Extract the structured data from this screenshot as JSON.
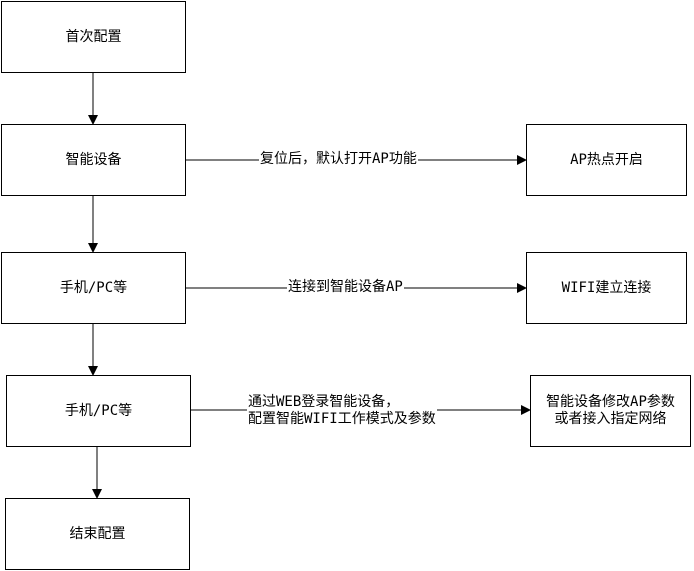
{
  "colors": {
    "stroke": "#000000",
    "background": "#ffffff"
  },
  "nodes": {
    "first_config": "首次配置",
    "smart_device": "智能设备",
    "phone_pc_1": "手机/PC等",
    "phone_pc_2": "手机/PC等",
    "end_config": "结束配置",
    "ap_hotspot": "AP热点开启",
    "wifi_connect": "WIFI建立连接",
    "device_modify": "智能设备修改AP参数\n或者接入指定网络"
  },
  "edges": {
    "reset_default_ap": "复位后，默认打开AP功能",
    "connect_device_ap": "连接到智能设备AP",
    "web_login_config": "通过WEB登录智能设备，\n配置智能WIFI工作模式及参数"
  }
}
